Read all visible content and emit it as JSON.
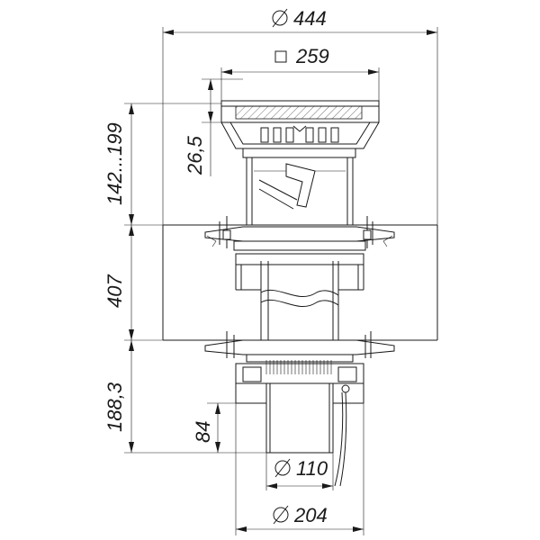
{
  "dimensions": {
    "top_diameter": "444",
    "grate_square": "259",
    "height_range": "142...199",
    "grate_depth": "26,5",
    "body_height": "407",
    "lower_height": "188,3",
    "outlet_length": "84",
    "pipe_diameter": "110",
    "base_diameter": "204"
  },
  "symbols": {
    "diameter": "diameter-symbol",
    "square": "square-symbol"
  },
  "colors": {
    "line": "#1a1a1a",
    "background": "#ffffff"
  }
}
